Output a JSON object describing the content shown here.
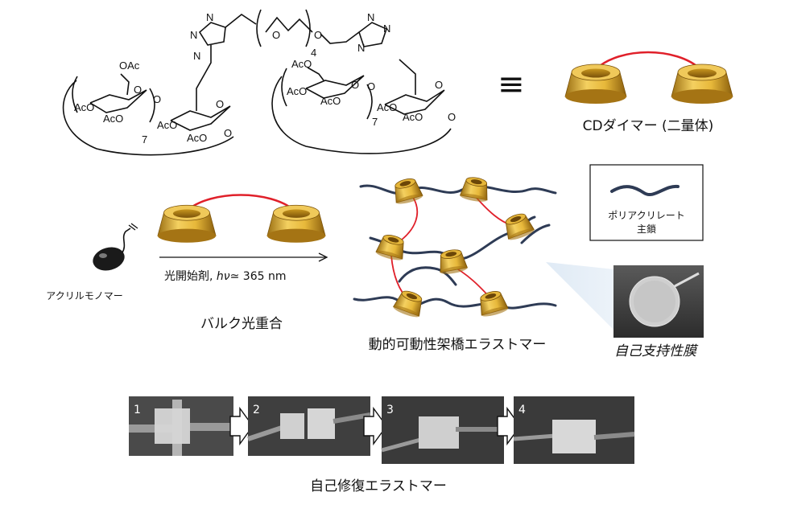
{
  "structure": {
    "labels": {
      "oac": "OAc",
      "aco": "AcO",
      "o": "O",
      "n": "N",
      "repeat_cd": "7",
      "repeat_peg": "4"
    },
    "equivalence_symbol": "≡"
  },
  "cd_dimer": {
    "caption": "CDダイマー (二量体)"
  },
  "polymerization": {
    "monomer_label": "アクリルモノマー",
    "condition_prefix": "光開始剤, ",
    "condition_hv": "hν",
    "condition_suffix": "≃ 365 nm",
    "process_label": "バルク光重合"
  },
  "network": {
    "caption": "動的可動性架橋エラストマー"
  },
  "legend": {
    "line1": "ポリアクリレート",
    "line2": "主鎖"
  },
  "film": {
    "caption": "自己支持性膜"
  },
  "healing": {
    "steps": [
      "1",
      "2",
      "3",
      "4"
    ],
    "caption": "自己修復エラストマー"
  },
  "colors": {
    "gold_light": "#f2c94c",
    "gold_dark": "#9a6e12",
    "link_red": "#e0202a",
    "chain_navy": "#2e3b55",
    "photo_dark": "#3a3a3a"
  }
}
